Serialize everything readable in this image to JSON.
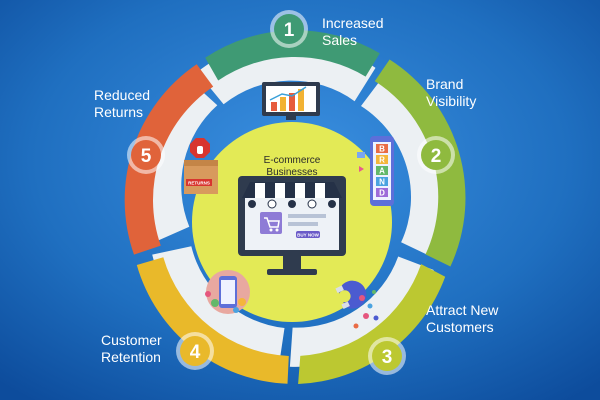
{
  "center": {
    "line1": "E-commerce",
    "line2": "Businesses",
    "badge": "BUY NOW"
  },
  "items": [
    {
      "number": "1",
      "line1": "Increased",
      "line2": "Sales",
      "icon": "sales-chart-icon",
      "color": "#3f9a74"
    },
    {
      "number": "2",
      "line1": "Brand",
      "line2": "Visibility",
      "icon": "phone-brand-icon",
      "color": "#8fba3f"
    },
    {
      "number": "3",
      "line1": "Attract New",
      "line2": "Customers",
      "icon": "magnet-icon",
      "color": "#bcc831"
    },
    {
      "number": "4",
      "line1": "Customer",
      "line2": "Retention",
      "icon": "customer-phone-icon",
      "color": "#e9b92a"
    },
    {
      "number": "5",
      "line1": "Reduced",
      "line2": "Returns",
      "icon": "stop-return-box-icon",
      "color": "#e0633a"
    }
  ],
  "return_label": "RETURNS",
  "brand_letters": [
    "B",
    "R",
    "A",
    "N",
    "D"
  ],
  "colors": {
    "background": "#1f6fc0",
    "hub": "#e3ea56",
    "monitor": "#2f3b4e",
    "awning_light": "#ffffff",
    "awning_dark": "#253147"
  }
}
